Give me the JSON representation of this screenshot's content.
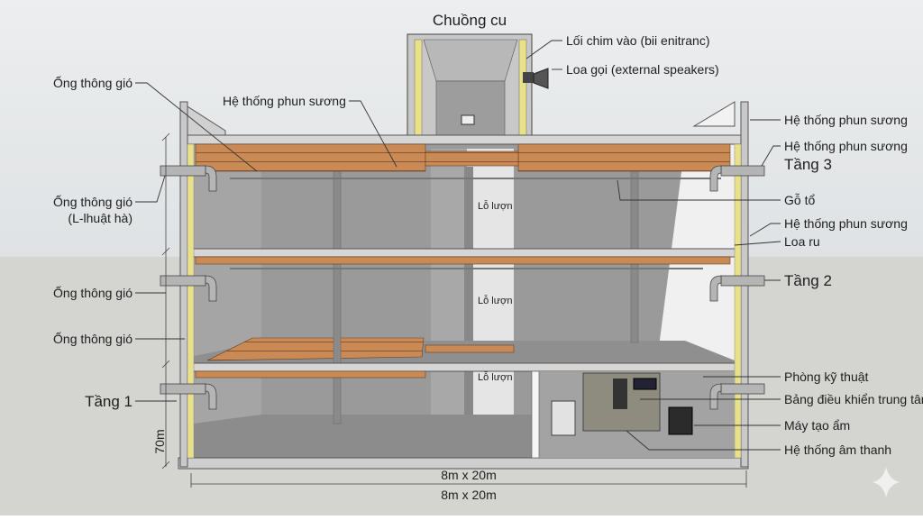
{
  "title": "Chuồng cu",
  "labels": {
    "bird_entrance": "Lối chim vào (bii enitranc)",
    "call_speaker": "Loa gọi (external speakers)",
    "mist_top_left": "Hệ thống phun sương",
    "vent_1": "Ống thông gió",
    "vent_2": "Ống thông gió",
    "vent_2_sub": "(L-lhuật hà)",
    "vent_3": "Ống thông gió",
    "vent_4": "Ống thông gió",
    "floor_1": "Tầng 1",
    "floor_2": "Tầng 2",
    "floor_3": "Tầng 3",
    "mist_right_1": "Hệ thống phun sương",
    "mist_right_2": "Hệ thống phun sương",
    "nest_wood": "Gỗ tổ",
    "mist_right_3": "Hệ thống phun sương",
    "lull_speaker": "Loa ru",
    "tech_room": "Phòng kỹ thuật",
    "control_panel": "Bảng điều khiển trung tâm",
    "humidifier": "Máy tạo ẩm",
    "sound_system": "Hệ thống âm thanh",
    "flyway_1": "Lỗ lượn",
    "flyway_2": "Lỗ lượn",
    "flyway_3": "Lỗ lượn",
    "height_dim": "70m",
    "width_dim_1": "8m x 20m",
    "width_dim_2": "8m x 20m"
  },
  "colors": {
    "sky": "#e7e9ea",
    "ground": "#d4d4d1",
    "concrete": "#9b9b9b",
    "wood": "#c98a55",
    "insulation": "#e9e08a"
  }
}
